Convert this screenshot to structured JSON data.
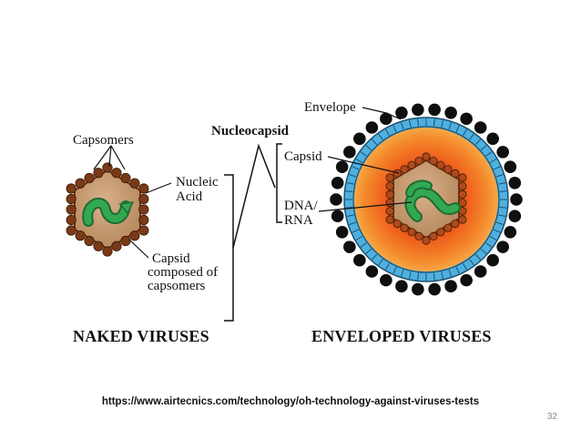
{
  "labels": {
    "capsomers": "Capsomers",
    "nucleic_line1": "Nucleic",
    "nucleic_line2": "Acid",
    "capsid_comp_line1": "Capsid",
    "capsid_comp_line2": "composed of",
    "capsid_comp_line3": "capsomers",
    "nucleocapsid": "Nucleocapsid",
    "capsid": "Capsid",
    "dna_line1": "DNA/",
    "dna_line2": "RNA",
    "envelope": "Envelope",
    "naked_title": "NAKED VIRUSES",
    "enveloped_title": "ENVELOPED VIRUSES"
  },
  "source_url": "https://www.airtecnics.com/technology/oh-technology-against-viruses-tests",
  "page_number": "32",
  "colors": {
    "capsomer_bead": "#7a3a17",
    "capsid_fill": "#c9a27c",
    "nucleic_acid": "#2e9a4a",
    "envelope_ring": "#4fb0e0",
    "envelope_spike": "#0f0f0f",
    "inner_core": "#e85a1c",
    "outer_core": "#f08a2a"
  }
}
